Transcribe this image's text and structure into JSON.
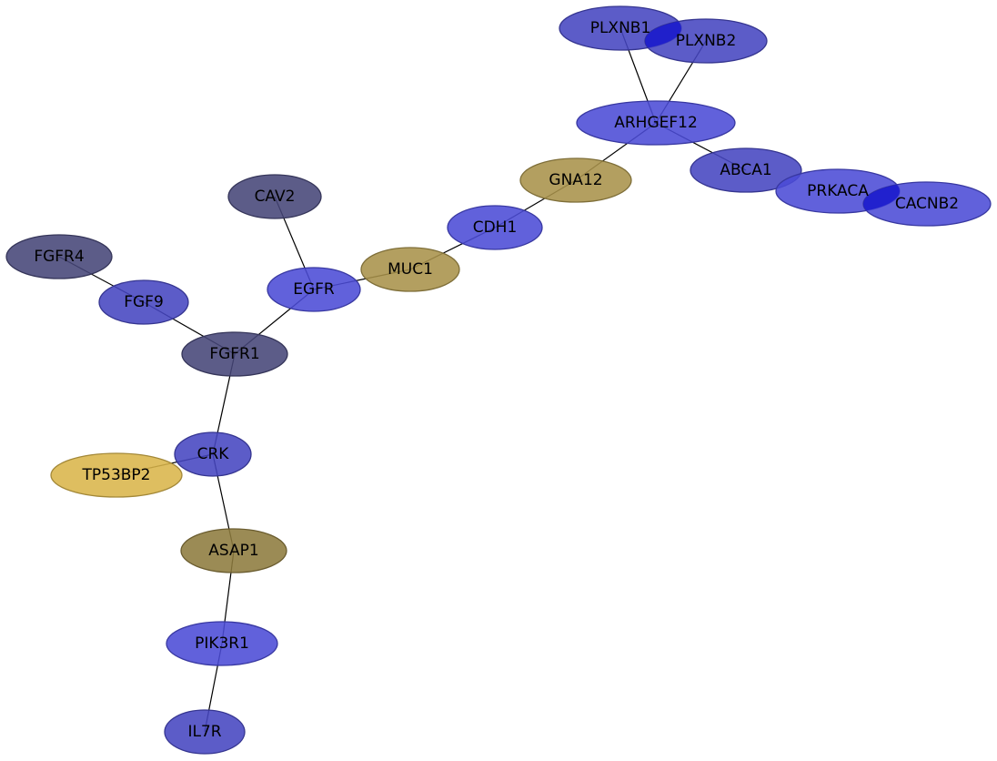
{
  "colors": {
    "blue": "#4b4bd6",
    "blue_mid": "#4646c0",
    "slate": "#464677",
    "olive_gold": "#a8924a",
    "olive_dark": "#8d7b3e",
    "gold": "#d9b54a",
    "overlap_blue": "#1a1acc"
  },
  "network": {
    "nodes": [
      {
        "id": "PLXNB1",
        "label": "PLXNB1",
        "color": "blue_mid"
      },
      {
        "id": "PLXNB2",
        "label": "PLXNB2",
        "color": "blue_mid"
      },
      {
        "id": "ARHGEF12",
        "label": "ARHGEF12",
        "color": "blue"
      },
      {
        "id": "ABCA1",
        "label": "ABCA1",
        "color": "blue_mid"
      },
      {
        "id": "PRKACA",
        "label": "PRKACA",
        "color": "blue"
      },
      {
        "id": "CACNB2",
        "label": "CACNB2",
        "color": "blue"
      },
      {
        "id": "GNA12",
        "label": "GNA12",
        "color": "olive_gold"
      },
      {
        "id": "CDH1",
        "label": "CDH1",
        "color": "blue"
      },
      {
        "id": "MUC1",
        "label": "MUC1",
        "color": "olive_gold"
      },
      {
        "id": "CAV2",
        "label": "CAV2",
        "color": "slate"
      },
      {
        "id": "EGFR",
        "label": "EGFR",
        "color": "blue"
      },
      {
        "id": "FGFR4",
        "label": "FGFR4",
        "color": "slate"
      },
      {
        "id": "FGF9",
        "label": "FGF9",
        "color": "blue_mid"
      },
      {
        "id": "FGFR1",
        "label": "FGFR1",
        "color": "slate"
      },
      {
        "id": "CRK",
        "label": "CRK",
        "color": "blue_mid"
      },
      {
        "id": "TP53BP2",
        "label": "TP53BP2",
        "color": "gold"
      },
      {
        "id": "ASAP1",
        "label": "ASAP1",
        "color": "olive_dark"
      },
      {
        "id": "PIK3R1",
        "label": "PIK3R1",
        "color": "blue"
      },
      {
        "id": "IL7R",
        "label": "IL7R",
        "color": "blue_mid"
      }
    ],
    "edges": [
      [
        "PLXNB1",
        "ARHGEF12"
      ],
      [
        "PLXNB2",
        "ARHGEF12"
      ],
      [
        "ARHGEF12",
        "GNA12"
      ],
      [
        "ARHGEF12",
        "ABCA1"
      ],
      [
        "GNA12",
        "CDH1"
      ],
      [
        "CDH1",
        "MUC1"
      ],
      [
        "MUC1",
        "EGFR"
      ],
      [
        "CAV2",
        "EGFR"
      ],
      [
        "EGFR",
        "FGFR1"
      ],
      [
        "FGFR4",
        "FGF9"
      ],
      [
        "FGF9",
        "FGFR1"
      ],
      [
        "FGFR1",
        "CRK"
      ],
      [
        "CRK",
        "TP53BP2"
      ],
      [
        "CRK",
        "ASAP1"
      ],
      [
        "ASAP1",
        "PIK3R1"
      ],
      [
        "PIK3R1",
        "IL7R"
      ]
    ]
  }
}
